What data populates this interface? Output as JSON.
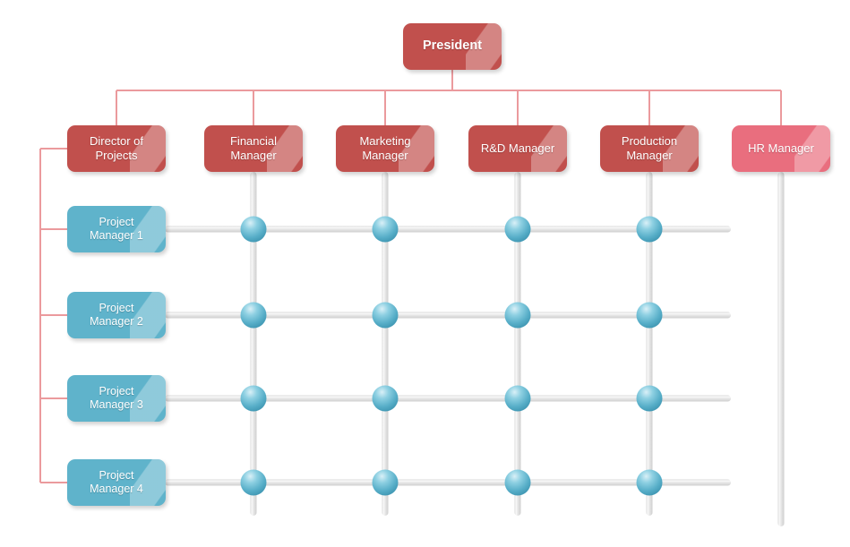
{
  "chart_title": "",
  "colors": {
    "box_red": "#c1504d",
    "box_pink_selected": "#e96e7e",
    "box_teal": "#5fb3cb",
    "connector_pink": "#eb9a9d",
    "connector_gray": "#e3e3e3",
    "node_circle": "#5fb3cb",
    "background": "#ffffff",
    "label_text": "#ffffff"
  },
  "top": {
    "president": {
      "label": "President",
      "fill": "#c1504d"
    }
  },
  "managers": [
    {
      "label": "Director of\nProjects",
      "fill": "#c1504d",
      "selected": false,
      "has_grid_column": false
    },
    {
      "label": "Financial\nManager",
      "fill": "#c1504d",
      "selected": false,
      "has_grid_column": true
    },
    {
      "label": "Marketing\nManager",
      "fill": "#c1504d",
      "selected": false,
      "has_grid_column": true
    },
    {
      "label": "R&D Manager",
      "fill": "#c1504d",
      "selected": false,
      "has_grid_column": true
    },
    {
      "label": "Production\nManager",
      "fill": "#c1504d",
      "selected": false,
      "has_grid_column": true
    },
    {
      "label": "HR Manager",
      "fill": "#e96e7e",
      "selected": true,
      "has_grid_column": true
    }
  ],
  "project_managers": [
    {
      "label": "Project\nManager 1",
      "fill": "#5fb3cb",
      "intersections": 4
    },
    {
      "label": "Project\nManager 2",
      "fill": "#5fb3cb",
      "intersections": 4
    },
    {
      "label": "Project\nManager 3",
      "fill": "#5fb3cb",
      "intersections": 4
    },
    {
      "label": "Project\nManager 4",
      "fill": "#5fb3cb",
      "intersections": 4
    }
  ],
  "legend": {
    "intersection_node_count": 16
  }
}
